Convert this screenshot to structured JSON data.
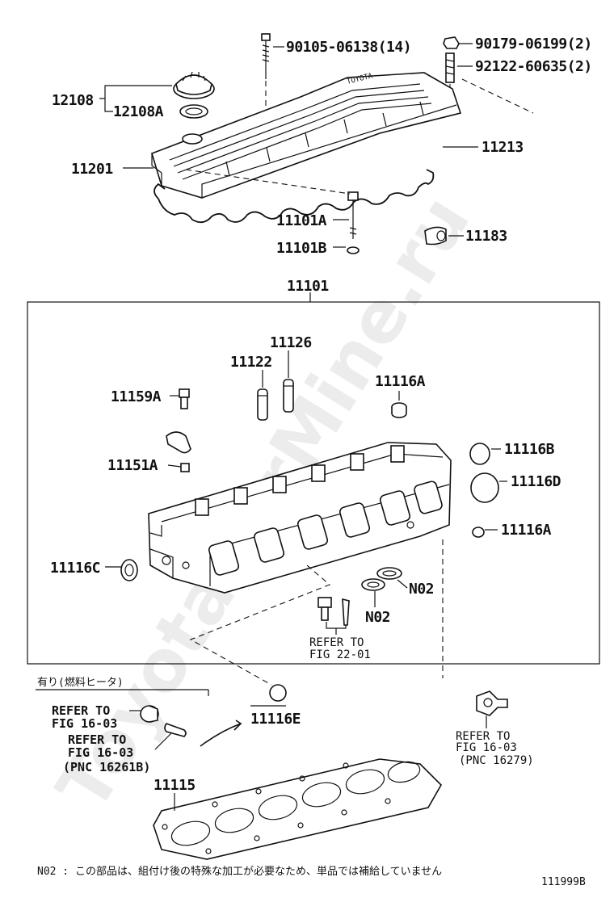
{
  "watermark": "ToyotaCarMine.ru",
  "labels": {
    "p90105": "90105-06138(14)",
    "p90179": "90179-06199(2)",
    "p92122": "92122-60635(2)",
    "p12108": "12108",
    "p12108A": "12108A",
    "p11213": "11213",
    "p11201": "11201",
    "p11101A": "11101A",
    "p11101B": "11101B",
    "p11183": "11183",
    "p11101": "11101",
    "p11126": "11126",
    "p11122": "11122",
    "p11116A_top": "11116A",
    "p11159A": "11159A",
    "p11151A": "11151A",
    "p11116B": "11116B",
    "p11116D": "11116D",
    "p11116A_right": "11116A",
    "p11116C": "11116C",
    "pN02_a": "N02",
    "pN02_b": "N02",
    "p11116E": "11116E",
    "p11115": "11115"
  },
  "references": {
    "fig2201_line1": "REFER TO",
    "fig2201_line2": "FIG 22-01",
    "fig1603a_line1": "REFER TO",
    "fig1603a_line2": "FIG 16-03",
    "fig1603b_line1": "REFER TO",
    "fig1603b_line2": "FIG 16-03",
    "fig1603b_line3": "(PNC 16261B)",
    "fig1603c_line1": "REFER TO",
    "fig1603c_line2": "FIG 16-03",
    "fig1603c_line3": "(PNC 16279)"
  },
  "fuel_heater_caption": "有り(燃料ヒータ)",
  "footnote": "N02 : この部品は、組付け後の特殊な加工が必要なため、単品では補給していません",
  "figure_code": "111999B"
}
